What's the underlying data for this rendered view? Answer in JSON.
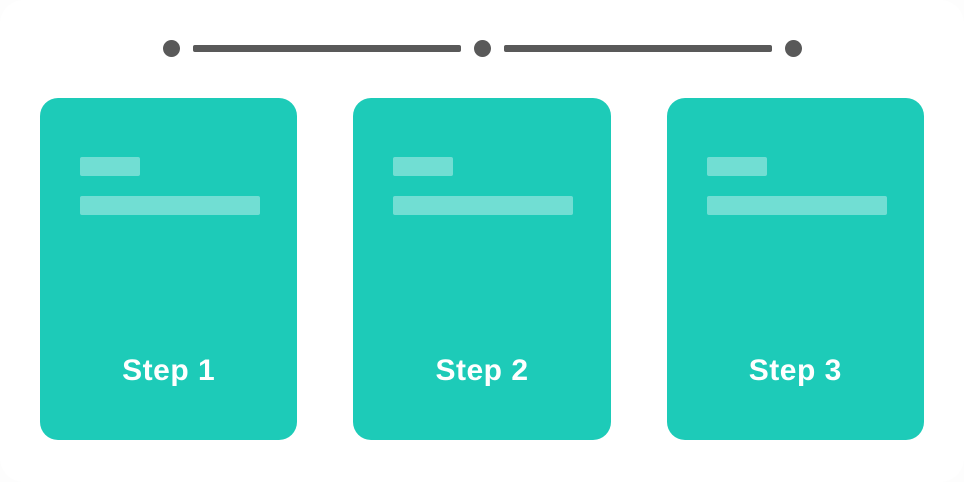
{
  "timeline": {
    "dot_count": 3,
    "connector_count": 2,
    "dot_color": "#595959",
    "line_color": "#595959"
  },
  "cards": [
    {
      "label": "Step 1",
      "placeholders": [
        "short-bar",
        "long-bar"
      ]
    },
    {
      "label": "Step 2",
      "placeholders": [
        "short-bar",
        "long-bar"
      ]
    },
    {
      "label": "Step 3",
      "placeholders": [
        "short-bar",
        "long-bar"
      ]
    }
  ],
  "colors": {
    "teal": "#1dcbb8",
    "light-teal": "#71ded3",
    "dark-gray": "#595959",
    "label-white": "#ffffff",
    "canvas-bg": "#ffffff"
  }
}
